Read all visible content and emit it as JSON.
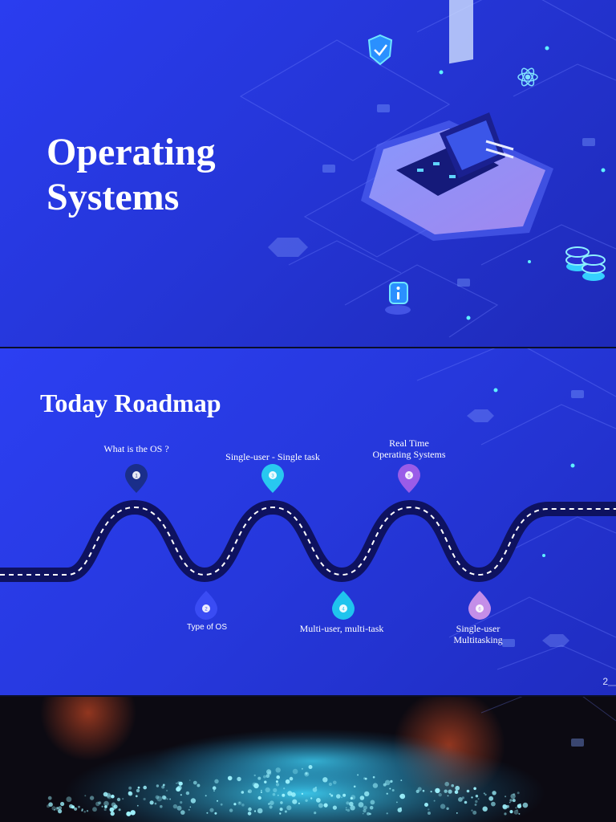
{
  "slide1": {
    "title_line1": "Operating",
    "title_line2": "Systems"
  },
  "slide2": {
    "title": "Today Roadmap",
    "page_number": "2",
    "stops": [
      {
        "number": "1",
        "label": "What is the OS ?",
        "color": "#1a2e8a"
      },
      {
        "number": "2",
        "label": "Type of OS",
        "color": "#3a4cf4"
      },
      {
        "number": "3",
        "label": "Single-user -  Single task",
        "color": "#28c8f0"
      },
      {
        "number": "4",
        "label": "Multi-user, multi-task",
        "color": "#1fc4ee"
      },
      {
        "number": "5",
        "label": "Real Time Operating Systems",
        "label_line1": "Real Time",
        "label_line2": "Operating Systems",
        "color": "#9a5ce8"
      },
      {
        "number": "6",
        "label": "Single-user Multitasking",
        "label_line1": "Single-user",
        "label_line2": "Multitasking",
        "color": "#c48ee8"
      }
    ]
  },
  "colors": {
    "background_blue": "#2536d8",
    "road": "#0e1260",
    "accent_cyan": "#36d9ff"
  }
}
